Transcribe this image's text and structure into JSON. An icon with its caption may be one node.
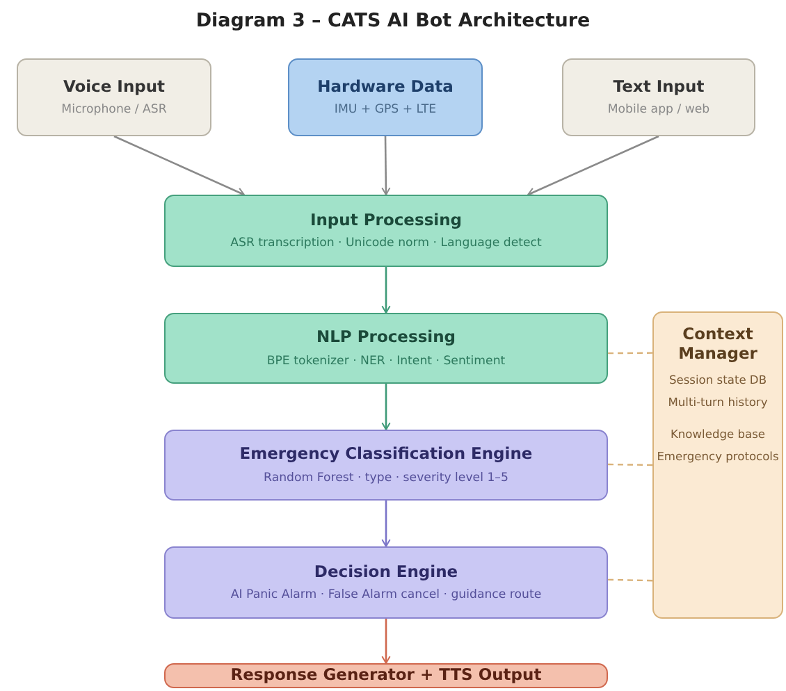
{
  "diagram": {
    "title": "Diagram 3 – CATS AI Bot Architecture",
    "nodes": [
      {
        "text": [
          "Voice Input",
          "Microphone / ASR"
        ]
      },
      {
        "text": [
          "Hardware Data",
          "IMU + GPS + LTE"
        ]
      },
      {
        "text": [
          "Text Input",
          "Mobile app / web"
        ]
      },
      {
        "text": [
          "Input Processing",
          "ASR transcription · Unicode norm · Language detect"
        ]
      },
      {
        "text": [
          "NLP Processing",
          "BPE tokenizer · NER · Intent · Sentiment"
        ]
      },
      {
        "text": [
          "Context Manager",
          "Session state DB",
          "Multi-turn history",
          "Knowledge base",
          "Emergency protocols"
        ]
      },
      {
        "text": [
          "Emergency Classification Engine",
          "Random Forest · type · severity level 1–5"
        ]
      },
      {
        "text": [
          "Decision Engine",
          "AI Panic Alarm · False Alarm cancel · guidance route"
        ]
      },
      {
        "text": [
          "Response Generator + TTS Output"
        ]
      }
    ],
    "edges": [
      {
        "from": 0,
        "to": 3,
        "arrow": "to"
      },
      {
        "from": 1,
        "to": 3,
        "arrow": "to"
      },
      {
        "from": 2,
        "to": 3,
        "arrow": "to"
      },
      {
        "from": 3,
        "to": 4,
        "arrow": "to",
        "color": "#3e9a78"
      },
      {
        "from": 4,
        "to": 6,
        "arrow": "to",
        "color": "#3e9a78"
      },
      {
        "from": 6,
        "to": 7,
        "arrow": "to",
        "color": "#7a74c8"
      },
      {
        "from": 7,
        "to": 8,
        "arrow": "to",
        "color": "#d0684e"
      },
      {
        "from": 4,
        "to": 5,
        "arrow": "none",
        "style": "dashed",
        "color": "#d9b27a"
      },
      {
        "from": 6,
        "to": 5,
        "arrow": "none",
        "style": "dashed",
        "color": "#d9b27a"
      },
      {
        "from": 7,
        "to": 5,
        "arrow": "none",
        "style": "dashed",
        "color": "#d9b27a"
      }
    ]
  }
}
